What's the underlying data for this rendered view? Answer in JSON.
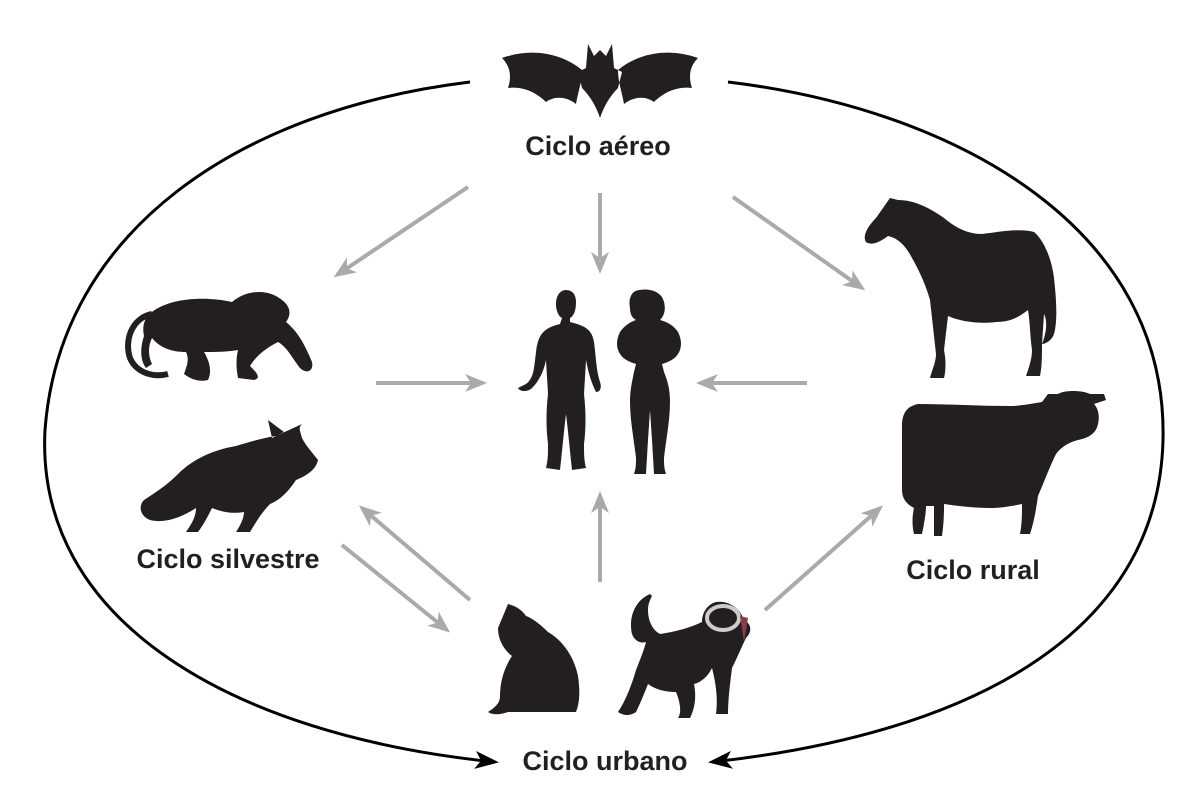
{
  "labels": {
    "aereo": "Ciclo aéreo",
    "silvestre": "Ciclo silvestre",
    "rural": "Ciclo rural",
    "urbano": "Ciclo urbano"
  },
  "colors": {
    "background": "#ffffff",
    "silhouette": "#231f20",
    "label_text": "#231f20",
    "outer_cycle_line": "#000000",
    "flow_arrow": "#aaaaaa",
    "collar_ring": "#cccccc",
    "collar_tag": "#8b3a4a"
  },
  "icons": [
    "bat-icon",
    "monkey-icon",
    "fox-icon",
    "human-man-icon",
    "human-woman-icon",
    "horse-icon",
    "cow-icon",
    "cat-icon",
    "dog-icon"
  ]
}
